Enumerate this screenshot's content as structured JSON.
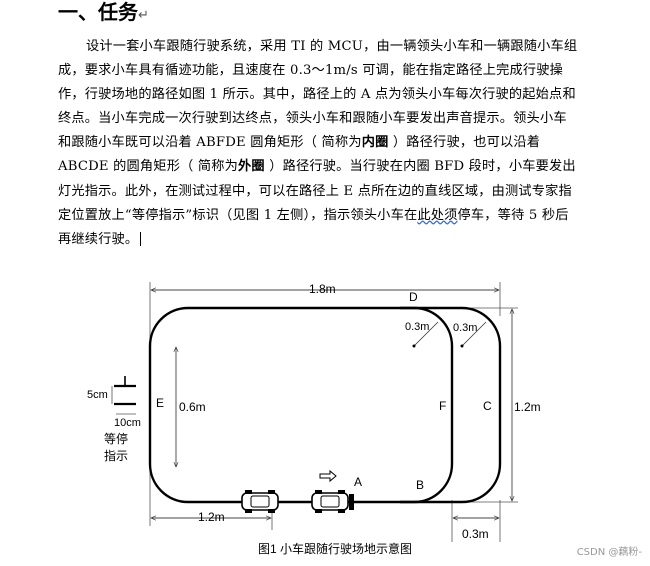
{
  "heading": {
    "text": "一、任务",
    "mark": "↵"
  },
  "paragraph": {
    "s1": "设计一套小车跟随行驶系统，采用 TI 的 MCU，由一辆领头小车和一辆跟随小车组成，要求小车具有循迹功能，且速度在 0.3～1m/s 可调，能在指定路径上完成行驶操作，行驶场地的路径如图 1 所示。其中，路径上的 A 点为领头小车每次行驶的起始点和终点。当小车完成一次行驶到达终点，领头小车和跟随小车要发出声音提示。领头小车和跟随小车既可以沿着 ABFDE 圆角矩形（ 简称为",
    "inner": "内圈",
    "s2": " ）路径行驶，也可以沿着 ABCDE 的圆角矩形（ 简称为",
    "outer": "外圈",
    "s3": " ）路径行驶。当行驶在内圈 BFD 段时，小车要发出灯光指示。此外，在测试过程中，可以在路径上 E 点所在边的直线区域，由测试专家指定位置放上“等停指示”标识（见图 1 左侧），指示领头小车在",
    "underlined": "此处须",
    "s4": "停车，等待 5 秒后再继续行驶。"
  },
  "figure": {
    "dim_top": "1.8m",
    "dim_left": "0.6m",
    "dim_right": "1.2m",
    "dim_bottom_left": "1.2m",
    "dim_bottom_right": "0.3m",
    "radius_inner": "0.3m",
    "radius_outer": "0.3m",
    "point_a": "A",
    "point_b": "B",
    "point_c": "C",
    "point_d": "D",
    "point_e": "E",
    "point_f": "F",
    "stop_width": "5cm",
    "stop_length": "10cm",
    "stop_label_1": "等停",
    "stop_label_2": "指示",
    "caption": "图1  小车跟随行驶场地示意图"
  },
  "watermark": "CSDN @藕粉-"
}
